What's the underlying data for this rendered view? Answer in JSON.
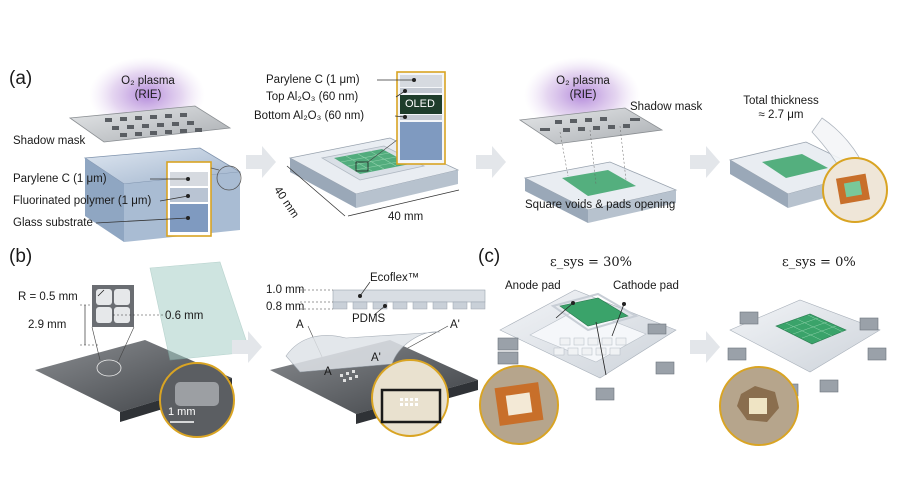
{
  "panel_labels": {
    "a": "(a)",
    "b": "(b)",
    "c": "(c)"
  },
  "panel_a": {
    "step1": {
      "plasma_line1": "O₂ plasma",
      "plasma_line2": "(RIE)",
      "shadow_mask": "Shadow mask",
      "layer_parylene": "Parylene C (1 μm)",
      "layer_fluoro": "Fluorinated polymer (1 μm)",
      "layer_glass": "Glass substrate"
    },
    "step2": {
      "layer_parylene": "Parylene C (1 μm)",
      "layer_top": "Top Al₂O₃ (60 nm)",
      "layer_bottom": "Bottom Al₂O₃ (60 nm)",
      "oled": "OLED",
      "dim_left": "40 mm",
      "dim_bottom": "40 mm"
    },
    "step3": {
      "plasma_line1": "O₂ plasma",
      "plasma_line2": "(RIE)",
      "shadow_mask": "Shadow mask",
      "caption": "Square voids & pads opening"
    },
    "step4": {
      "thickness_line1": "Total thickness",
      "thickness_line2": "≈ 2.7 μm"
    }
  },
  "panel_b": {
    "step1": {
      "radius": "R = 0.5 mm",
      "gap": "0.6 mm",
      "pitch": "2.9 mm",
      "scale_bar": "1 mm"
    },
    "step2": {
      "ecoflex": "Ecoflex™",
      "dim_top": "1.0 mm",
      "dim_bottom": "0.8 mm",
      "pdms": "PDMS",
      "section_a": "A",
      "section_a_prime": "A'"
    }
  },
  "panel_c": {
    "strain_30": "ε_sys = 30%",
    "strain_0": "ε_sys = 0%",
    "anode": "Anode pad",
    "cathode": "Cathode pad"
  },
  "colors": {
    "oled_green": "#3aa36a",
    "plasma_purple": "#b58ad6",
    "zoom_border": "#d9a423",
    "glass_blue": "#b9c9dd",
    "arrow_gray": "#e3e6ea"
  }
}
